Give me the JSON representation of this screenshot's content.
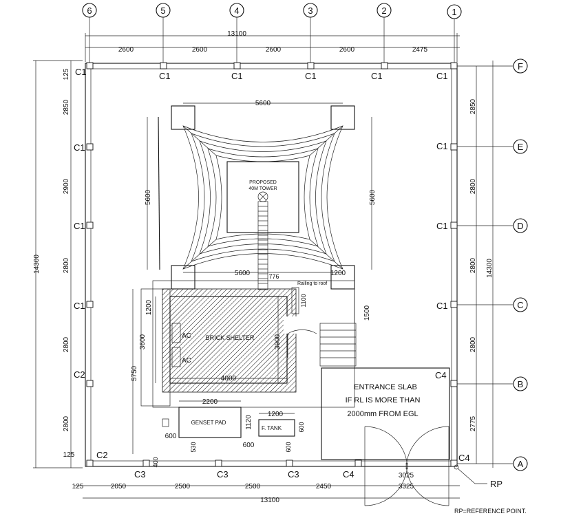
{
  "grid_numbers": [
    "6",
    "5",
    "4",
    "3",
    "2",
    "1"
  ],
  "grid_letters": [
    "F",
    "E",
    "D",
    "C",
    "B",
    "A"
  ],
  "top_overall": "13100",
  "top_spans": [
    "2600",
    "2600",
    "2600",
    "2600",
    "2475"
  ],
  "bottom_spans": [
    "125",
    "2050",
    "2500",
    "2500",
    "2450"
  ],
  "bottom_overall": "13100",
  "left_overall": "14300",
  "right_overall": "14300",
  "left_spans": [
    "125",
    "2850",
    "2900",
    "2800",
    "2800",
    "2800",
    "125"
  ],
  "right_spans": [
    "2850",
    "2800",
    "2800",
    "2800",
    "2775"
  ],
  "col_labels": {
    "c1": "C1",
    "c2": "C2",
    "c3": "C3",
    "c4": "C4"
  },
  "tower": {
    "label_line1": "PROPOSED",
    "label_line2": "40M  TOWER",
    "dim_top": "5600",
    "dim_bottom": "5600",
    "dim_left": "5600",
    "dim_right": "5600",
    "dim_stair": "776",
    "dim_pad": "1200"
  },
  "shelter": {
    "label": "BRICK SHELTER",
    "ac": "AC",
    "dim_width": "4000",
    "dim_height_left": "3600",
    "dim_height_right": "3900",
    "dim_upper": "1200",
    "dim_outer": "5750",
    "dim_door": "1100",
    "railing": "Railing to roof",
    "dim_steps": "1500"
  },
  "genset": {
    "label": "GENSET PAD",
    "dim_width": "2200",
    "dim_height": "1120",
    "dim_a": "600",
    "dim_b": "530",
    "dim_c": "600"
  },
  "tank": {
    "label": "F. TANK",
    "dim_width": "1200",
    "dim_a": "600",
    "dim_b": "600"
  },
  "entrance": {
    "line1": "ENTRANCE SLAB",
    "line2": "IF RL IS MORE THAN",
    "line3": "2000mm FROM EGL",
    "dim_inner": "3025",
    "dim_outer": "3325",
    "dim_small": "400"
  },
  "rp": {
    "label": "RP",
    "note": "RP=REFERENCE POINT."
  }
}
